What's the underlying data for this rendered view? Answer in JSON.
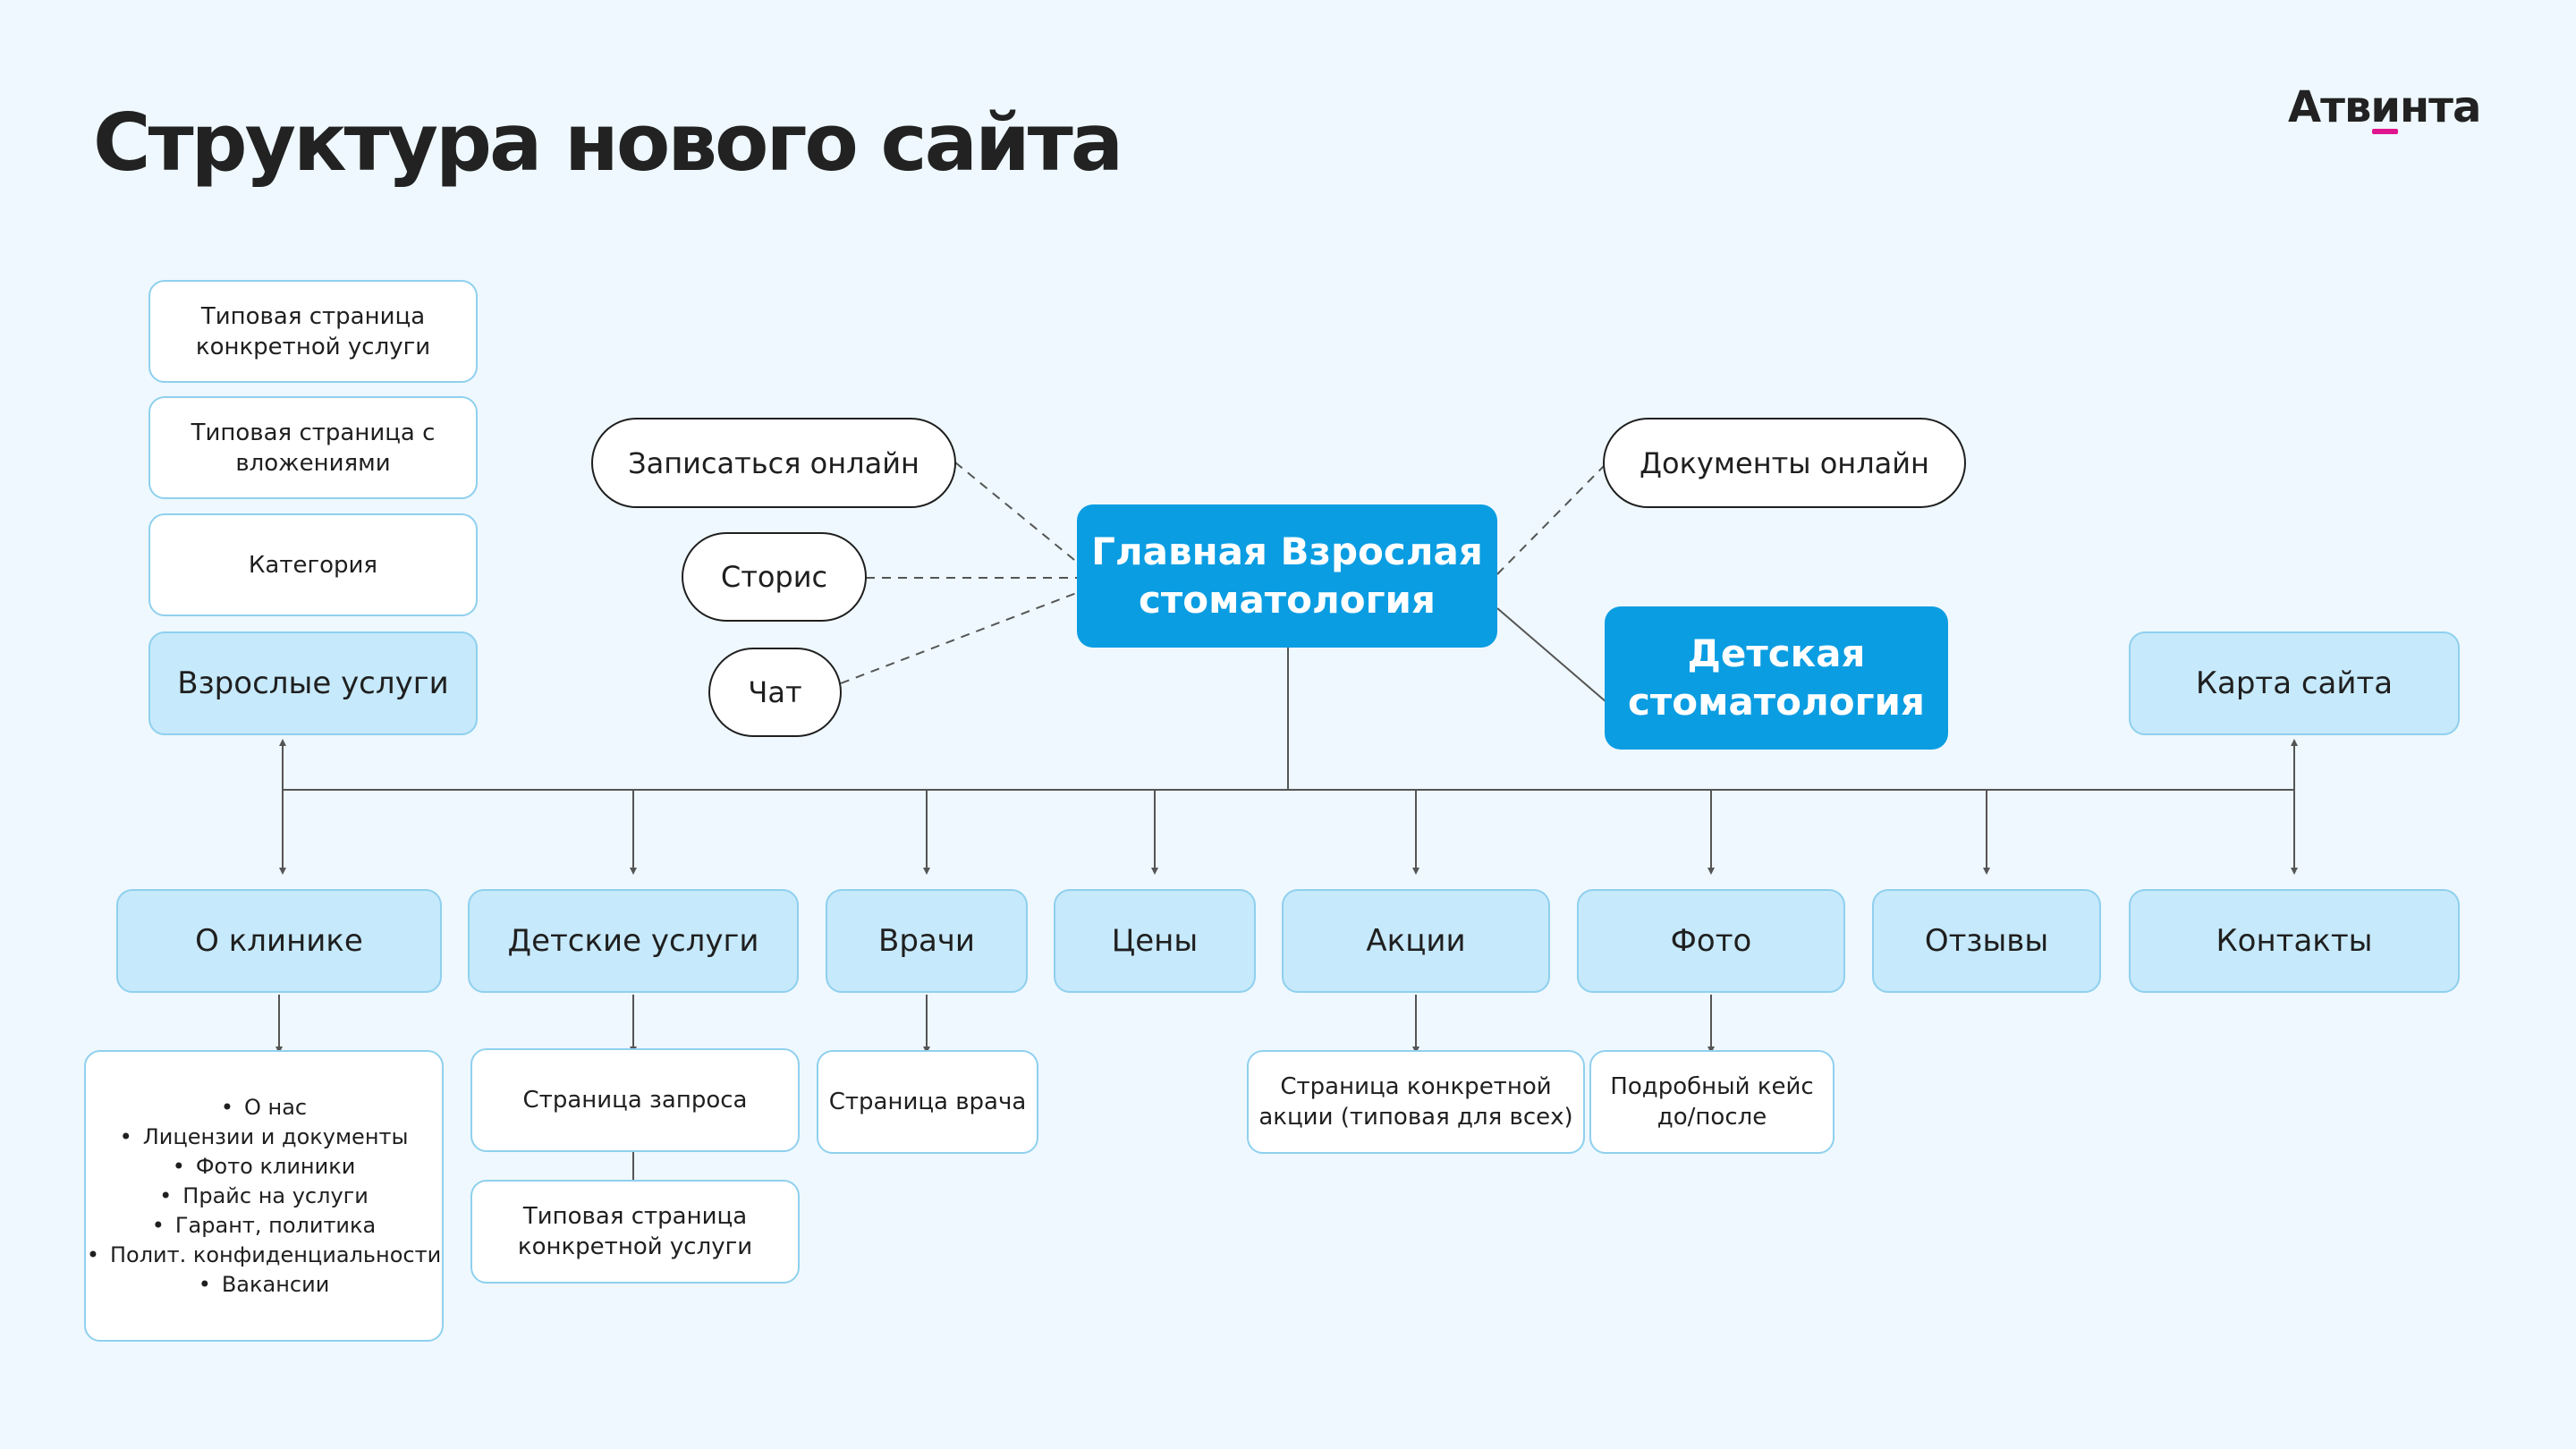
{
  "header": {
    "title": "Структура нового сайта",
    "logo_pre": "Атв",
    "logo_u": "и",
    "logo_post": "нта"
  },
  "colors": {
    "background": "#eef8fe",
    "main_blue": "#0b9de2",
    "light_blue": "#c6e9fb",
    "border": "#8fd0ee",
    "logo_accent": "#e0168f"
  },
  "main": {
    "adult_home": "Главная Взрослая стоматология",
    "kids_dentistry": "Детская стоматология"
  },
  "online": {
    "book": "Записаться онлайн",
    "stories": "Сторис",
    "chat": "Чат",
    "documents": "Документы онлайн"
  },
  "adult_services": {
    "label": "Взрослые услуги",
    "children": [
      "Типовая страница конкретной услуги",
      "Типовая страница с вложениями",
      "Категория"
    ]
  },
  "sitemap": "Карта сайта",
  "nav": [
    "О клинике",
    "Детские услуги",
    "Врачи",
    "Цены",
    "Акции",
    "Фото",
    "Отзывы",
    "Контакты"
  ],
  "about_list": [
    "О нас",
    "Лицензии и документы",
    "Фото клиники",
    "Прайс на услуги",
    "Гарант, политика",
    "Полит. конфиденциальности",
    "Вакансии"
  ],
  "kids_pages": [
    "Страница запроса",
    "Типовая страница конкретной услуги"
  ],
  "doctor_page": "Страница врача",
  "promo_page": "Страница конкретной акции (типовая для всех)",
  "photo_page": "Подробный кейс до/после"
}
